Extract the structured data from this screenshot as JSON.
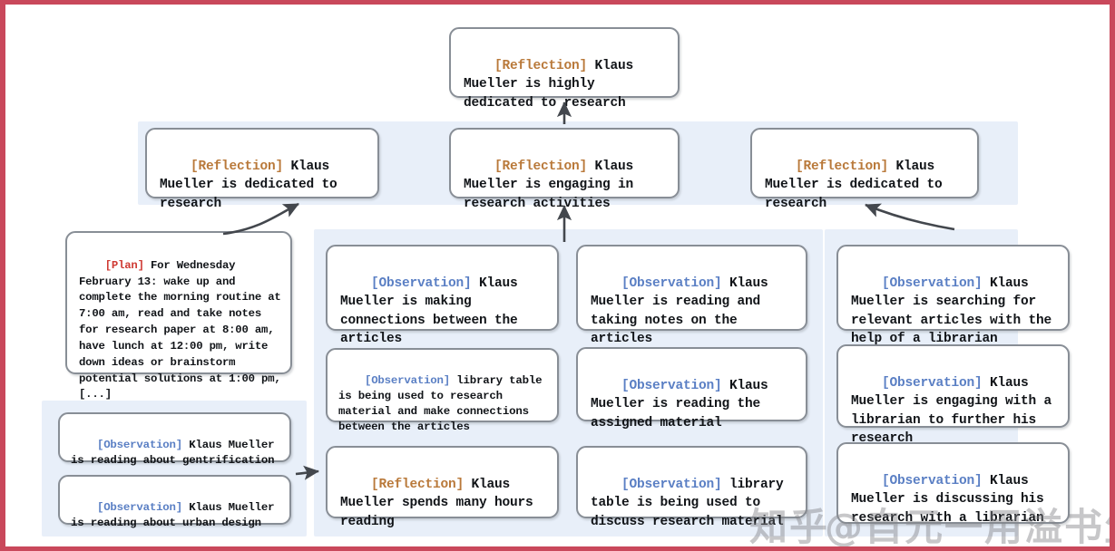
{
  "figure": {
    "border_color": "#c9485b",
    "panel_color": "#e8eff9",
    "node_border_color": "#888e96",
    "tag_colors": {
      "reflection": "#b9793a",
      "observation": "#5a7fc4",
      "plan": "#cf3a33"
    }
  },
  "watermark": {
    "left": "知乎",
    "right": "@自元一用溢书生"
  },
  "nodes": {
    "top_reflection": {
      "tag": "[Reflection]",
      "text": " Klaus Mueller is highly dedicated to research"
    },
    "mid_reflection_left": {
      "tag": "[Reflection]",
      "text": " Klaus Mueller is dedicated to research"
    },
    "mid_reflection_center": {
      "tag": "[Reflection]",
      "text": " Klaus Mueller is engaging in research activities"
    },
    "mid_reflection_right": {
      "tag": "[Reflection]",
      "text": " Klaus Mueller is dedicated to research"
    },
    "plan_box": {
      "tag": "[Plan]",
      "text": " For Wednesday February 13: wake up and complete the morning routine at 7:00 am, read and take notes for research paper at 8:00 am, have lunch at 12:00 pm, write down ideas or brainstorm potential solutions at 1:00 pm, [...]"
    },
    "obs_gentrification": {
      "tag": "[Observation]",
      "text": " Klaus Mueller is reading about gentrification"
    },
    "obs_urban_design": {
      "tag": "[Observation]",
      "text": " Klaus Mueller is reading about urban design"
    },
    "col1_obs_connections": {
      "tag": "[Observation]",
      "text": " Klaus Mueller is making connections between the articles"
    },
    "col1_obs_library_table": {
      "tag": "[Observation]",
      "text": " library table is being used to research material and make connections between the articles"
    },
    "col1_reflection_hours": {
      "tag": "[Reflection]",
      "text": " Klaus Mueller spends many hours reading"
    },
    "col2_obs_reading_notes": {
      "tag": "[Observation]",
      "text": " Klaus Mueller is reading and taking notes on the articles"
    },
    "col2_obs_assigned": {
      "tag": "[Observation]",
      "text": " Klaus Mueller is reading the assigned material"
    },
    "col2_obs_discuss_table": {
      "tag": "[Observation]",
      "text": " library table is being used to discuss research material"
    },
    "col3_obs_searching": {
      "tag": "[Observation]",
      "text": " Klaus Mueller is searching for relevant articles with the help of a librarian"
    },
    "col3_obs_engaging": {
      "tag": "[Observation]",
      "text": " Klaus Mueller is engaging with a librarian to further his research"
    },
    "col3_obs_discussing": {
      "tag": "[Observation]",
      "text": " Klaus Mueller is discussing his research with a librarian"
    }
  }
}
